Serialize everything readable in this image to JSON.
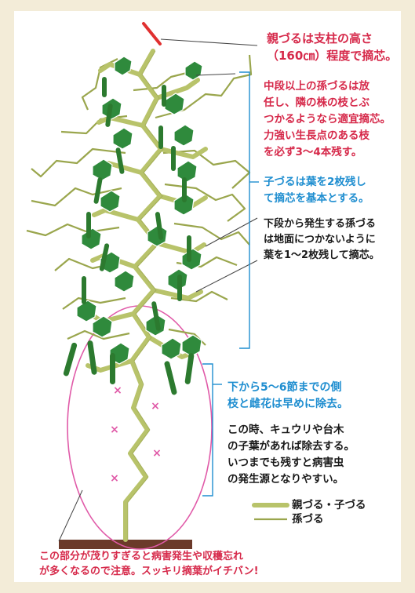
{
  "annotations": {
    "parent_vine_top": [
      "親づるは支柱の高さ",
      "（160㎝）程度で摘芯。"
    ],
    "mid_grandchild": [
      "中段以上の孫づるは放",
      "任し、隣の株の枝とぶ",
      "つかるようなら適宜摘芯。",
      "力強い生長点のある枝",
      "を必ず3〜4本残す。"
    ],
    "child_vine": [
      "子づるは葉を2枚残し",
      "て摘芯を基本とする。"
    ],
    "lower_grandchild": [
      "下段から発生する孫づる",
      "は地面につかないように",
      "葉を1〜2枚残して摘芯。"
    ],
    "lower_nodes": [
      "下から5〜6節までの側",
      "枝と雌花は早めに除去。"
    ],
    "rootstock": [
      "この時、キュウリや台木",
      "の子葉があれば除去する。",
      "いつまでも残すと病害虫",
      "の発生源となりやすい。"
    ],
    "bottom_caution": [
      "この部分が茂りすぎると病害発生や収穫忘れ",
      "が多くなるので注意。スッキリ摘葉がイチバン!"
    ]
  },
  "legend": {
    "thick_label": "親づる・子づる",
    "thin_label": "孫づる"
  },
  "colors": {
    "red": "#d6294a",
    "blue": "#1f8ed0",
    "vine": "#b8c36a",
    "vine_dark": "#7d8a3a",
    "leaf": "#2f8a3c",
    "cucumber": "#2c7a2f",
    "pink": "#e05aa8",
    "soil": "#6b3a2a"
  }
}
